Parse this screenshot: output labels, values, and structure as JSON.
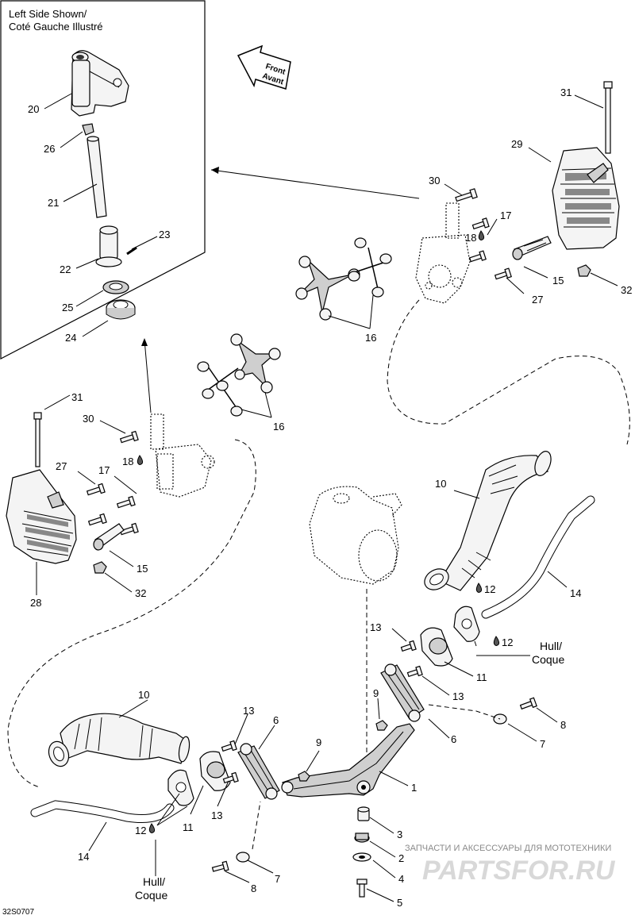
{
  "inset": {
    "title_line1": "Left Side Shown/",
    "title_line2": "Coté Gauche Illustré"
  },
  "front_arrow": {
    "line1": "Front",
    "line2": "Avant"
  },
  "hull_label": {
    "line1": "Hull/",
    "line2": "Coque"
  },
  "diagram_code": "32S0707",
  "watermark": {
    "tagline": "ЗАПЧАСТИ И АКСЕССУАРЫ ДЛЯ МОТОТЕХНИКИ",
    "brand": "PARTSFOR.RU"
  },
  "callouts": {
    "inset": [
      "20",
      "26",
      "21",
      "22",
      "23",
      "25",
      "24"
    ],
    "upper_right": [
      "31",
      "29",
      "30",
      "17",
      "18",
      "15",
      "27",
      "32",
      "16"
    ],
    "left_side": [
      "31",
      "30",
      "18",
      "17",
      "27",
      "16",
      "15",
      "32",
      "28"
    ],
    "center_right": [
      "10",
      "14",
      "12",
      "13",
      "12",
      "11",
      "13",
      "9",
      "8",
      "7",
      "6",
      "1"
    ],
    "lower_left": [
      "10",
      "13",
      "6",
      "9",
      "12",
      "11",
      "13",
      "14",
      "8",
      "7",
      "3",
      "2",
      "4",
      "5"
    ]
  },
  "icons": {
    "sealant": "sealant-drop-icon",
    "direction": "front-arrow-icon"
  }
}
